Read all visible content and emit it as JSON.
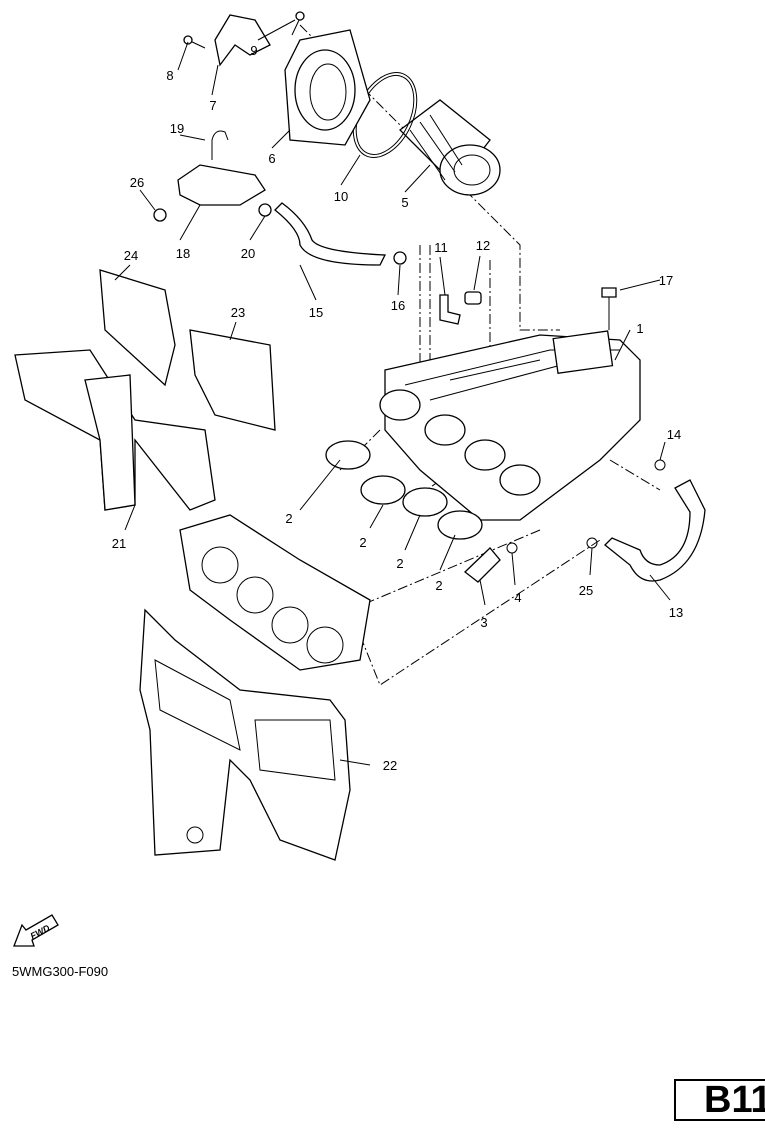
{
  "diagram": {
    "figure_code": "5WMG300-F090",
    "page_label": "B11",
    "fwd_label": "FWD",
    "callouts": {
      "c1": "1",
      "c2a": "2",
      "c2b": "2",
      "c2c": "2",
      "c2d": "2",
      "c3": "3",
      "c4": "4",
      "c5": "5",
      "c6": "6",
      "c7": "7",
      "c8": "8",
      "c9": "9",
      "c10": "10",
      "c11": "11",
      "c12": "12",
      "c13": "13",
      "c14": "14",
      "c15": "15",
      "c16": "16",
      "c17": "17",
      "c18": "18",
      "c19": "19",
      "c20": "20",
      "c21": "21",
      "c22": "22",
      "c23": "23",
      "c24": "24",
      "c25": "25",
      "c26": "26"
    }
  }
}
